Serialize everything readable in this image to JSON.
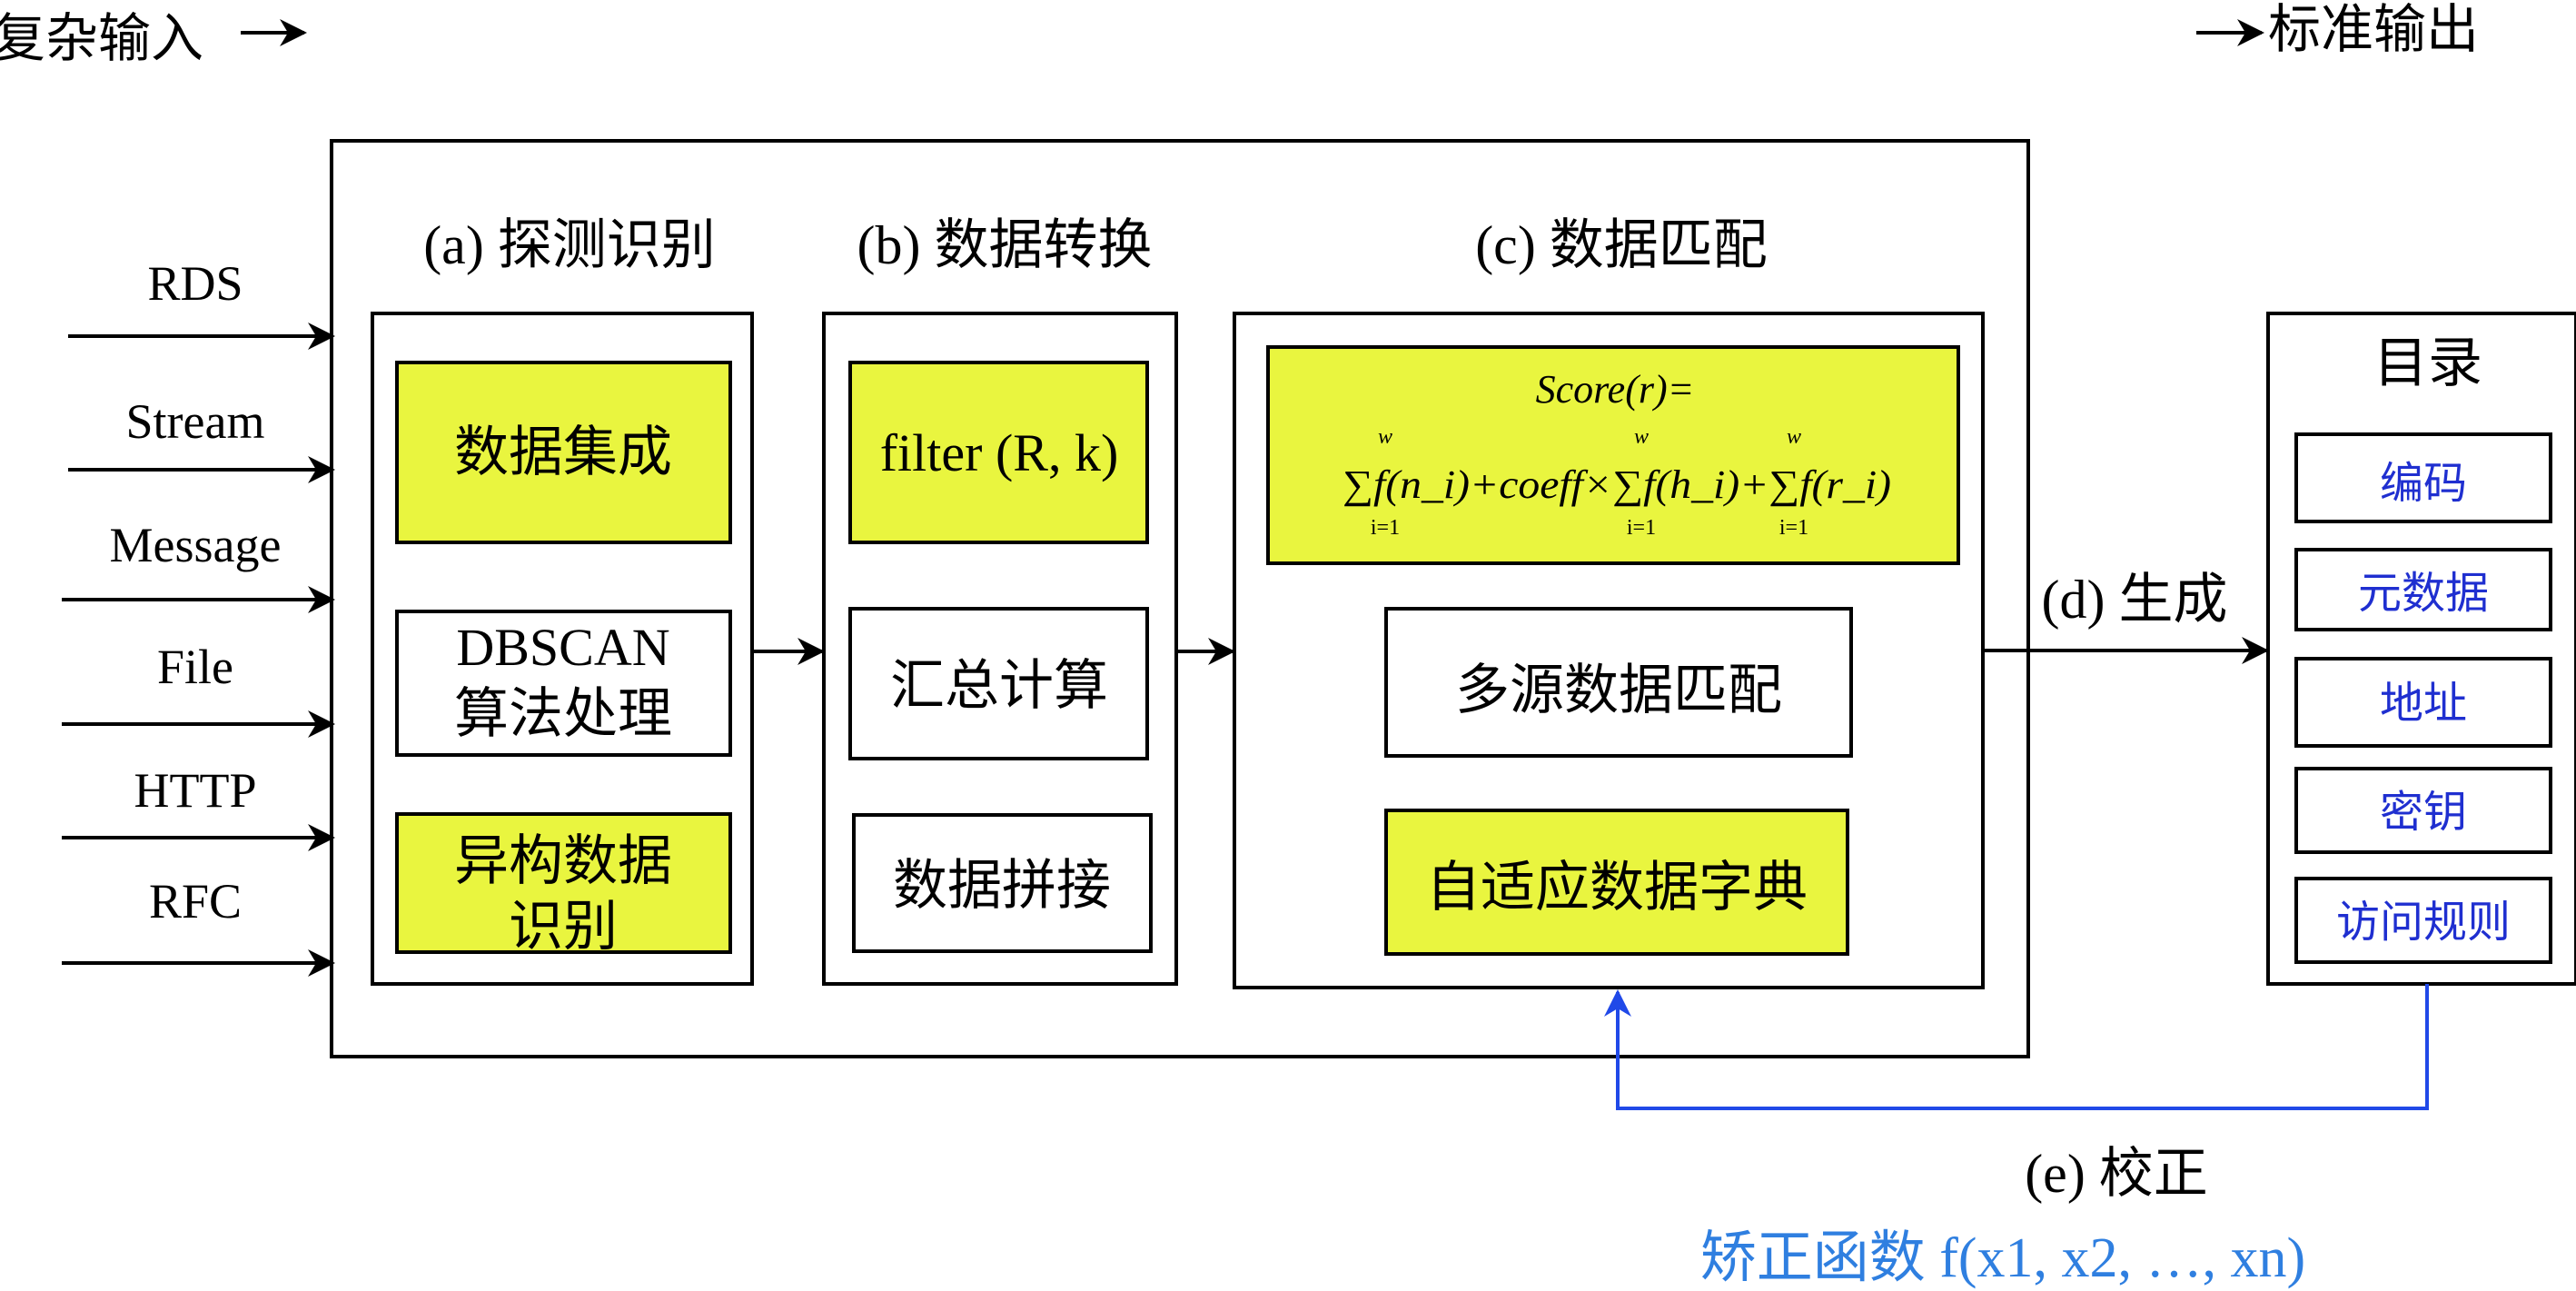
{
  "top": {
    "input_label": "复杂输入",
    "output_label": "标准输出"
  },
  "inputs": [
    "RDS",
    "Stream",
    "Message",
    "File",
    "HTTP",
    "RFC"
  ],
  "stages": {
    "a": {
      "title": "(a) 探测识别",
      "items": [
        "数据集成",
        [
          "DBSCAN",
          "算法处理"
        ],
        [
          "异构数据",
          "识别"
        ]
      ]
    },
    "b": {
      "title": "(b) 数据转换",
      "items": [
        "filter (R, k)",
        "汇总计算",
        "数据拼接"
      ]
    },
    "c": {
      "title": "(c) 数据匹配",
      "formula_line1": "Score(r)=",
      "formula_line2": "∑f(n_i)+coeff×∑f(h_i)+∑f(r_i)",
      "sum_upper": "w",
      "sum_lower": "i=1",
      "items": [
        "多源数据匹配",
        "自适应数据字典"
      ]
    }
  },
  "generate_label": "(d) 生成",
  "catalog": {
    "title": "目录",
    "items": [
      "编码",
      "元数据",
      "地址",
      "密钥",
      "访问规则"
    ]
  },
  "correct_label": "(e) 校正",
  "correction_function": "矫正函数 f(x1, x2, …, xn)",
  "colors": {
    "highlight": "#e9f53f",
    "catalog_text": "#1f2fd0",
    "feedback_line": "#2049e8",
    "function_text": "#2f7fe0"
  }
}
